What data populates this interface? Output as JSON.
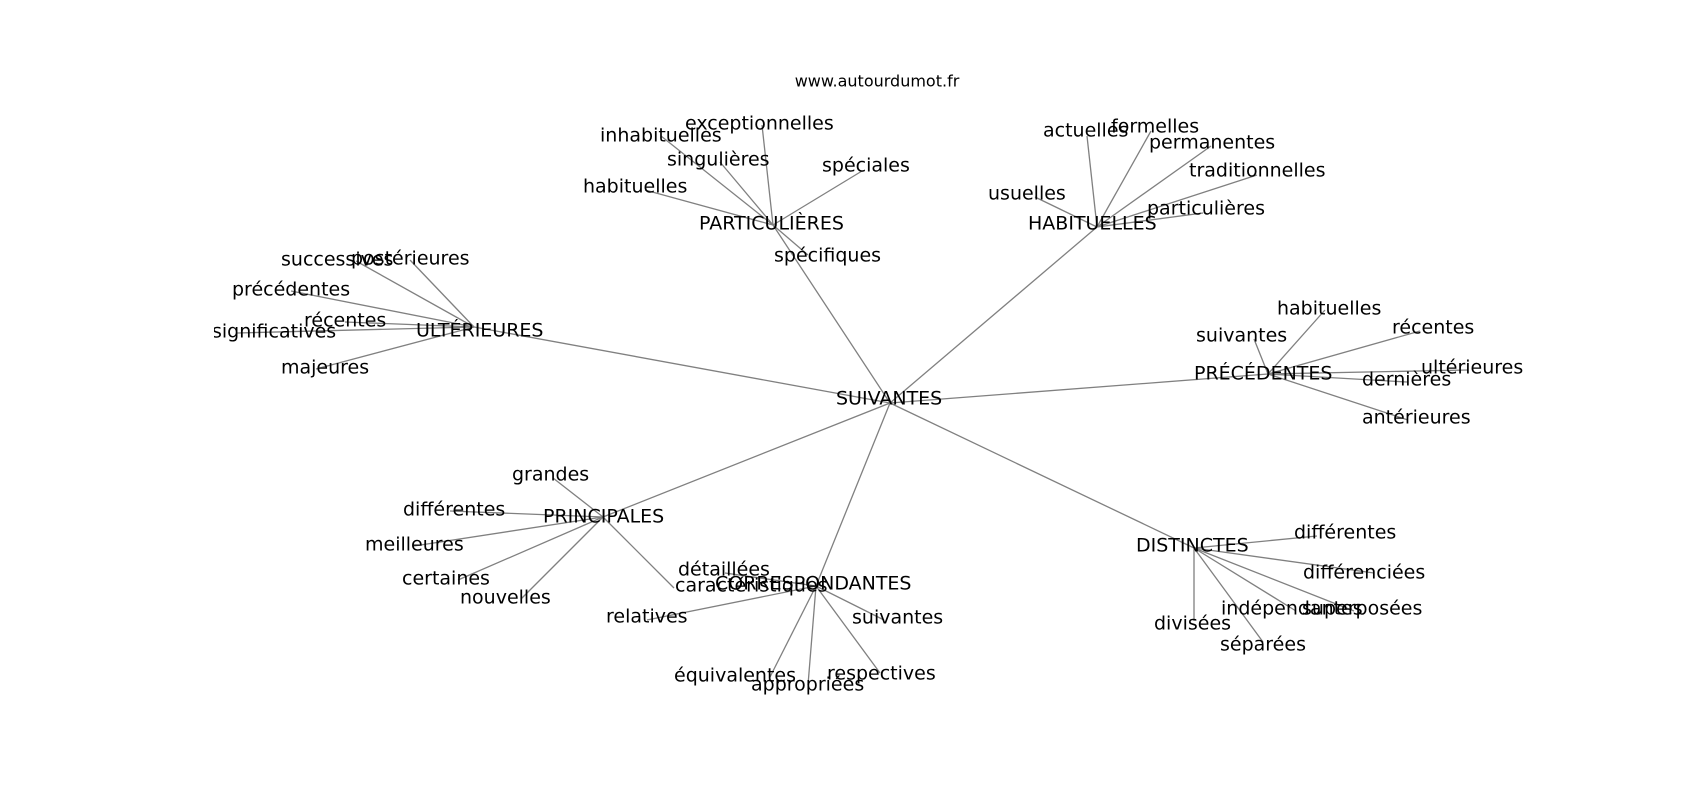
{
  "site": "www.autourdumot.fr",
  "center": "SUIVANTES",
  "colors": {
    "edge": "#808080",
    "text": "#000000",
    "background": "#ffffff"
  },
  "groups": [
    {
      "label": "PARTICULIÈRES",
      "words": [
        "exceptionnelles",
        "inhabituelles",
        "singulières",
        "spéciales",
        "habituelles",
        "spécifiques"
      ]
    },
    {
      "label": "HABITUELLES",
      "words": [
        "actuelles",
        "formelles",
        "permanentes",
        "traditionnelles",
        "usuelles",
        "particulières"
      ]
    },
    {
      "label": "ULTÉRIEURES",
      "words": [
        "successives",
        "postérieures",
        "précédentes",
        "récentes",
        "significatives",
        "majeures"
      ]
    },
    {
      "label": "PRÉCÉDENTES",
      "words": [
        "habituelles",
        "suivantes",
        "récentes",
        "ultérieures",
        "dernières",
        "antérieures"
      ]
    },
    {
      "label": "PRINCIPALES",
      "words": [
        "grandes",
        "différentes",
        "meilleures",
        "certaines",
        "nouvelles",
        "caractéristiques"
      ]
    },
    {
      "label": "CORRESPONDANTES",
      "words": [
        "détaillées",
        "relatives",
        "suivantes",
        "équivalentes",
        "appropriées",
        "respectives"
      ]
    },
    {
      "label": "DISTINCTES",
      "words": [
        "différentes",
        "différenciées",
        "indépendantes",
        "superposées",
        "divisées",
        "séparées"
      ]
    }
  ]
}
